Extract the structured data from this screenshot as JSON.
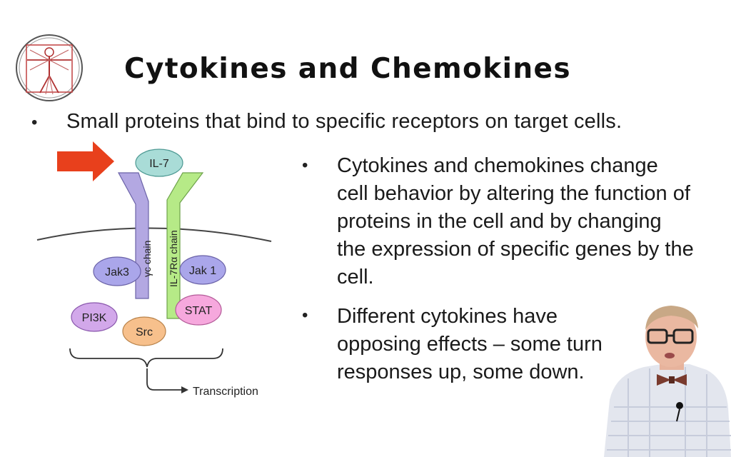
{
  "slide": {
    "title": "Cytokines and Chemokines",
    "bullets": [
      "Small proteins that bind to specific receptors on target cells.",
      "Cytokines and chemokines change cell behavior by altering the function of proteins in the cell and by changing the expression of specific genes by the cell.",
      "Different cytokines have opposing effects – some turn responses up, some down."
    ],
    "bullet_glyph": "•"
  },
  "diagram": {
    "ligand": "IL-7",
    "chain_left": "γc chain",
    "chain_right": "IL-7Rα chain",
    "kinase_left": "Jak3",
    "kinase_right": "Jak 1",
    "stat": "STAT",
    "pi3k": "PI3K",
    "src": "Src",
    "transcription": "Transcription"
  },
  "colors": {
    "arrow": "#e8401c",
    "ligand_fill": "#a9dcd7",
    "chain_left": "#b3a8e2",
    "chain_right": "#b6ea87",
    "jak": "#aaa6ea",
    "stat": "#f6a8dd",
    "pi3k": "#d2a8ea",
    "src": "#f7c08c"
  }
}
